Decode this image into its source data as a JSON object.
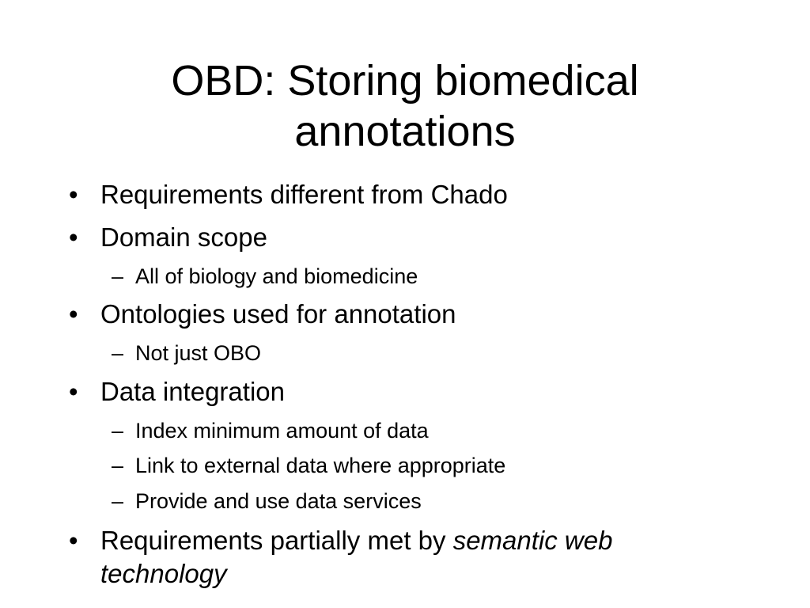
{
  "slide": {
    "title_line1": "OBD: Storing biomedical",
    "title_line2": "annotations",
    "bullet_glyph": "•",
    "dash_glyph": "–",
    "items": [
      {
        "text": "Requirements different from Chado"
      },
      {
        "text": "Domain scope"
      },
      {
        "text": "All of biology and biomedicine"
      },
      {
        "text": "Ontologies used for annotation"
      },
      {
        "text": "Not just OBO"
      },
      {
        "text": "Data integration"
      },
      {
        "text": "Index minimum amount of data"
      },
      {
        "text": "Link to external data where appropriate"
      },
      {
        "text": "Provide and use data services"
      },
      {
        "text_plain": "Requirements partially met by ",
        "text_emph_line1": "semantic web",
        "text_emph_line2": "technology"
      }
    ]
  }
}
